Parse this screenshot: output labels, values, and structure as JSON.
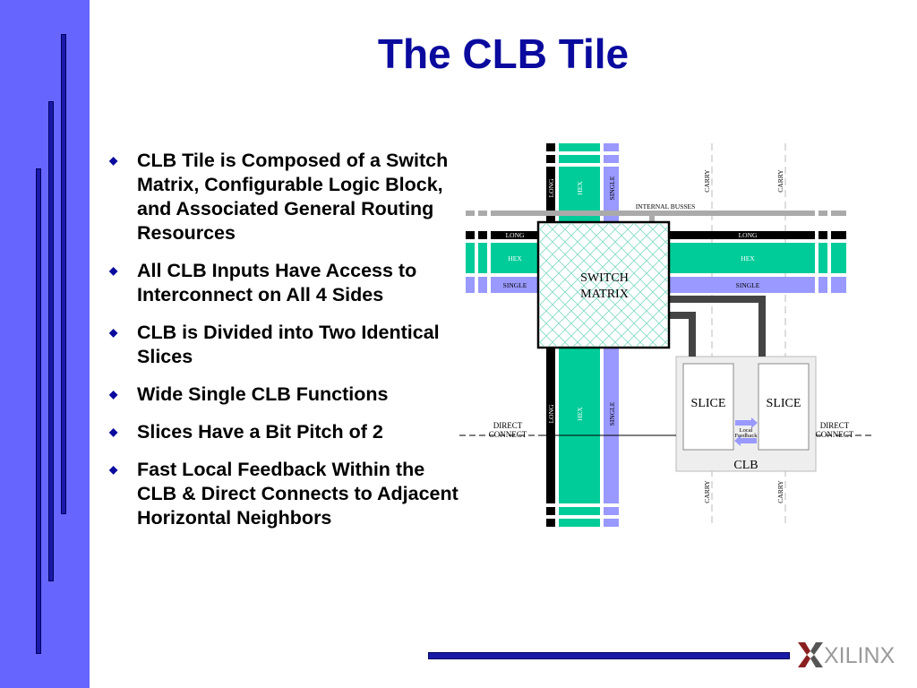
{
  "title": "The CLB Tile",
  "bullets": [
    "CLB Tile is Composed of a Switch Matrix, Configurable Logic Block, and Associated General Routing Resources",
    "All CLB Inputs Have Access to Interconnect on All 4 Sides",
    "CLB is Divided into Two Identical Slices",
    "Wide Single CLB Functions",
    "Slices Have a Bit Pitch of 2",
    "Fast Local Feedback Within the CLB & Direct Connects to Adjacent Horizontal Neighbors"
  ],
  "diagram": {
    "switch_matrix": [
      "SWITCH",
      "MATRIX"
    ],
    "internal_busses": "INTERNAL BUSSES",
    "long": "LONG",
    "hex": "HEX",
    "single": "SINGLE",
    "carry": "CARRY",
    "slice": "SLICE",
    "clb": "CLB",
    "local_feedback": [
      "Local",
      "Feedback"
    ],
    "direct_connect": [
      "DIRECT",
      "CONNECT"
    ]
  },
  "logo": "XILINX",
  "colors": {
    "sidebar": "#6666ff",
    "title": "#0a0a9e",
    "hex": "#00cc99",
    "single": "#9999ff",
    "long": "#000000"
  }
}
